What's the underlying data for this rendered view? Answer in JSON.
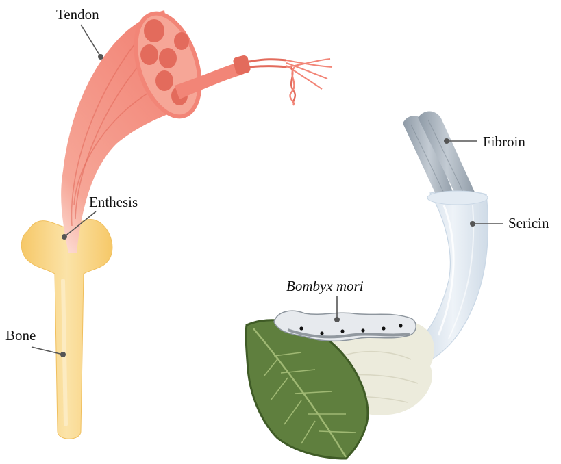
{
  "labels": {
    "tendon": "Tendon",
    "enthesis": "Enthesis",
    "bone": "Bone",
    "fibroin": "Fibroin",
    "sericin": "Sericin",
    "silkworm": "Bombyx mori"
  },
  "colors": {
    "tendon": "#f28577",
    "tendon_light": "#f6a697",
    "tendon_dark": "#e36b5c",
    "bone": "#f7cf78",
    "bone_light": "#fbe3a8",
    "fibroin": "#9aa6b1",
    "fibroin_light": "#c3cbd3",
    "sericin": "#dfe8f1",
    "cocoon": "#ecebdc",
    "leaf": "#5f7f3e",
    "leaf_dark": "#3f5b26",
    "silkworm": "#e7eaee",
    "leader": "#555555"
  }
}
